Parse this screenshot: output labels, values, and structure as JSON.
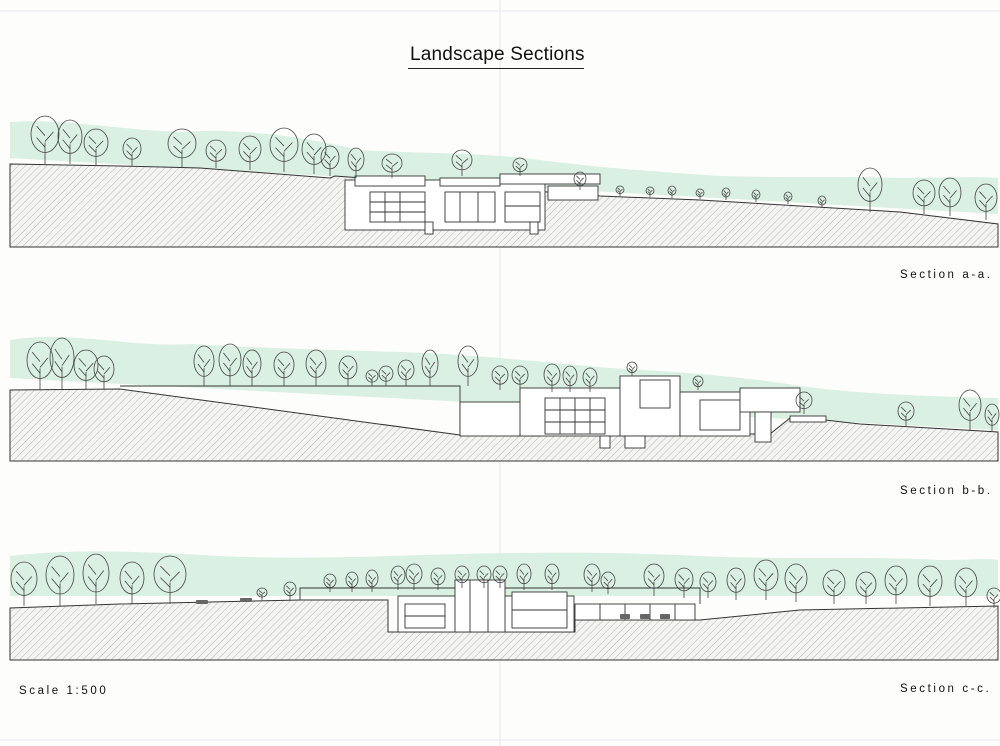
{
  "title": "Landscape Sections",
  "sections": [
    {
      "label": "Section a-a."
    },
    {
      "label": "Section b-b."
    },
    {
      "label": "Section c-c."
    }
  ],
  "scale": "Scale 1:500",
  "colors": {
    "foliage_band": "#d7efe0",
    "ground_hatch": "#b9b9b9",
    "line": "#333333",
    "paper": "#fdfdfb"
  }
}
